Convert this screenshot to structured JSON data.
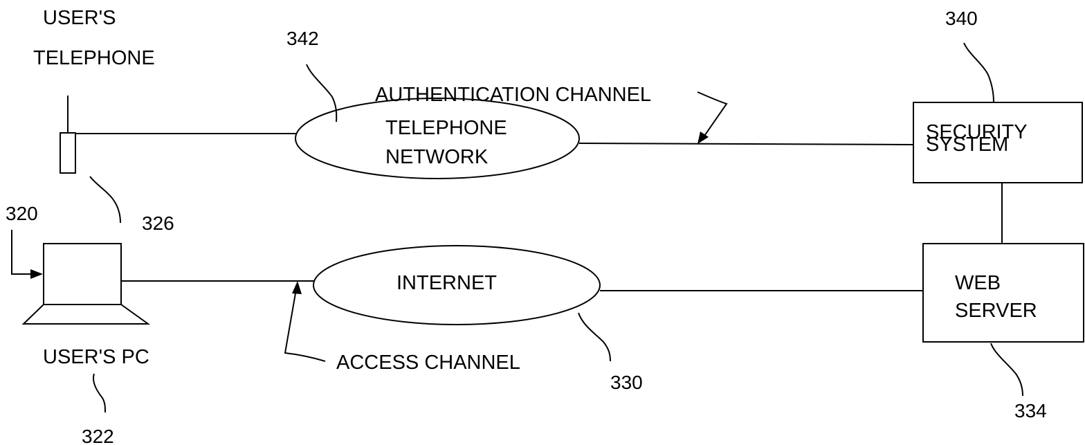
{
  "labels": {
    "users_telephone_line1": "USER'S",
    "users_telephone_line2": "TELEPHONE",
    "users_pc": "USER'S PC",
    "authentication_channel": "AUTHENTICATION CHANNEL",
    "access_channel": "ACCESS CHANNEL",
    "telephone_network_line1": "TELEPHONE",
    "telephone_network_line2": "NETWORK",
    "internet": "INTERNET",
    "security_system_line1": "SECURITY",
    "security_system_line2": "SYSTEM",
    "web_server_line1": "WEB",
    "web_server_line2": "SERVER"
  },
  "refs": {
    "users_pc_pointer": "320",
    "users_pc": "322",
    "users_telephone": "326",
    "internet": "330",
    "web_server": "334",
    "security_system": "340",
    "telephone_network": "342"
  }
}
